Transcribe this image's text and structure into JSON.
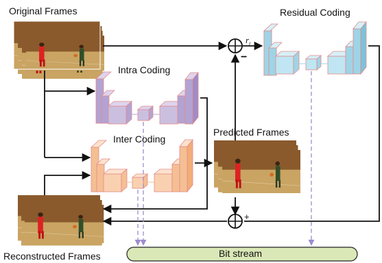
{
  "labels": {
    "original_frames": "Original Frames",
    "residual_coding": "Residual Coding",
    "intra_coding": "Intra Coding",
    "inter_coding": "Inter Coding",
    "predicted_frames": "Predicted Frames",
    "reconstructed_frames": "Reconstructed Frames",
    "bit_stream": "Bit stream",
    "residual_symbol": "r",
    "residual_subscript": "t",
    "minus_sign": "−",
    "plus_sign": "+"
  },
  "colors": {
    "residual_block": "#bfe6f2",
    "residual_block_edge": "#e28a8a",
    "intra_block": "#cbbfe0",
    "intra_block_edge": "#e28a8a",
    "inter_block": "#f9d1b0",
    "inter_block_edge": "#e28a8a",
    "bitstream_fill": "#d9e8b6",
    "arrow": "#111111",
    "dashed_arrow": "#9c8ccf",
    "court_floor": "#c7a15a",
    "wall": "#b07a3e"
  }
}
